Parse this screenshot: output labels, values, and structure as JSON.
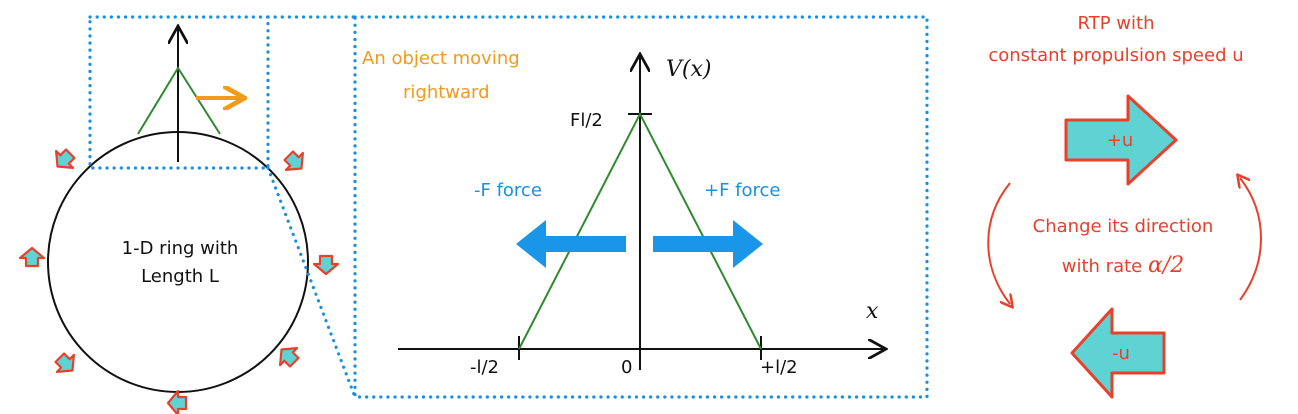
{
  "colors": {
    "ring": "#111111",
    "dotted_box": "#1a8fe0",
    "potential": "#2e8b2e",
    "force_arrow": "#1a96e8",
    "motion_arrow": "#f39a1c",
    "particle_fill": "#5fd3d3",
    "particle_stroke": "#e8402a",
    "rtp_text": "#e8402a",
    "force_text": "#1a8fe0",
    "object_text": "#f39a1c"
  },
  "ring": {
    "label_line1": "1-D ring with",
    "label_line2": "Length L"
  },
  "inset": {
    "object_label_line1": "An object moving",
    "object_label_line2": "rightward",
    "y_axis_label": "V(x)",
    "x_axis_label": "x",
    "peak_label": "Fl/2",
    "left_force_label": "-F force",
    "right_force_label": "+F force",
    "tick_left": "-l/2",
    "tick_zero": "0",
    "tick_right": "+l/2"
  },
  "rtp": {
    "title_line1": "RTP with",
    "title_line2": "constant propulsion speed u",
    "plus_label": "+u",
    "minus_label": "-u",
    "rate_line1": "Change its direction",
    "rate_line2_prefix": "with rate ",
    "rate_symbol": "α/2"
  },
  "icons": {
    "particle": "particle-arrow-icon",
    "force": "force-arrow-icon",
    "motion": "motion-arrow-icon",
    "cycle": "cycle-arrow-icon"
  }
}
